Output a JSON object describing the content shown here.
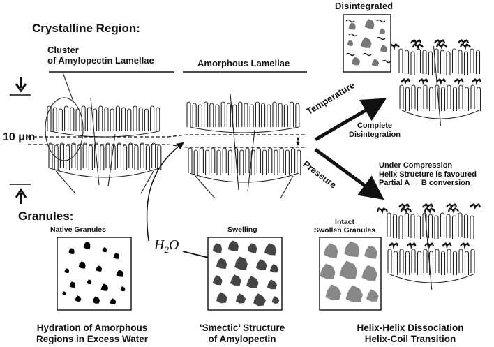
{
  "labels": {
    "crystalline_region": "Crystalline Region:",
    "cluster_line1": "Cluster",
    "cluster_line2": "of Amylopectin Lamellae",
    "amorphous_lamellae": "Amorphous Lamellae",
    "ten_um": "10 μm",
    "disintegrated": "Disintegrated",
    "temperature": "Temperature",
    "complete_disintegration_1": "Complete",
    "complete_disintegration_2": "Disintegration",
    "pressure": "Pressure",
    "compression_1": "Under Compression",
    "compression_2": "Helix Structure is favoured",
    "compression_3": "Partial A → B conversion",
    "granules": "Granules:",
    "native_granules": "Native Granules",
    "swelling": "Swelling",
    "intact_1": "Intact",
    "intact_2": "Swollen Granules",
    "h2o_main": "H",
    "h2o_sub": "2",
    "h2o_o": "O",
    "caption_left_1": "Hydration of Amorphous",
    "caption_left_2": "Regions in Excess Water",
    "caption_mid_1": "‘Smectic’ Structure",
    "caption_mid_2": "of Amylopectin",
    "caption_right_1": "Helix-Helix Dissociation",
    "caption_right_2": "Helix-Coil Transition"
  },
  "colors": {
    "ink": "#111111",
    "granule_dark": "#444444",
    "granule_grey": "#888888",
    "granule_black": "#000000"
  }
}
